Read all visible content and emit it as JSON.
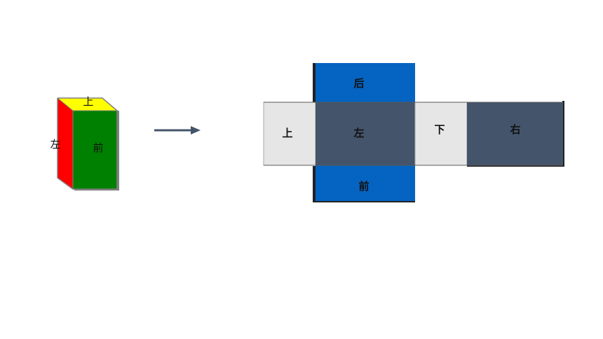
{
  "box": {
    "top_label": "上",
    "left_label": "左",
    "front_label": "前",
    "colors": {
      "top": "#ffff00",
      "left": "#ff0000",
      "front": "#008000",
      "edge": "#808080"
    }
  },
  "arrow": {
    "color": "#44546a"
  },
  "net": {
    "faces": {
      "back": "后",
      "top": "上",
      "left": "左",
      "bottom": "下",
      "right": "右",
      "front": "前"
    },
    "colors": {
      "blue": "#0563c1",
      "dark": "#44546a",
      "light": "#e7e6e6",
      "shadow": "#222222"
    }
  }
}
